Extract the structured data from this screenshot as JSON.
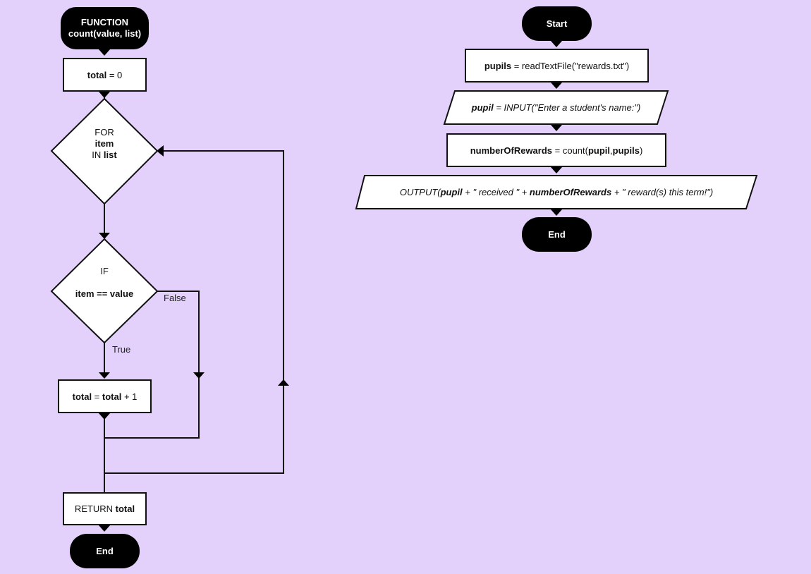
{
  "colors": {
    "background": "#e3d1fc",
    "terminal": "#000000",
    "shape_fill": "#ffffff",
    "stroke": "#111111"
  },
  "left_flow": {
    "start": {
      "line1": "FUNCTION",
      "line2": "count(value, list)"
    },
    "init": {
      "var": "total",
      "rest": " = 0"
    },
    "for_loop": {
      "kw1": "FOR",
      "var": "item",
      "kw2": "IN ",
      "list": "list"
    },
    "if_cond": {
      "kw": "IF",
      "cond": "item == value"
    },
    "branch_false": "False",
    "branch_true": "True",
    "increment": {
      "lhs": "total",
      "eq": " = ",
      "rhs": "total",
      "rest": " + 1"
    },
    "return": {
      "kw": "RETURN ",
      "var": "total"
    },
    "end": "End"
  },
  "right_flow": {
    "start": "Start",
    "read": {
      "var": "pupils",
      "rest": " = readTextFile(\"rewards.txt\")"
    },
    "input": {
      "var": "pupil",
      "rest": " = INPUT(\"Enter a student's name:\")"
    },
    "call": {
      "var": "numberOfRewards",
      "mid": " = count(",
      "a1": "pupil",
      "comma": ",",
      "a2": "pupils",
      "close": ")"
    },
    "output": {
      "p1": "OUTPUT(",
      "v1": "pupil",
      "p2": " + \" received \" + ",
      "v2": "numberOfRewards",
      "p3": " + \" reward(s) this term!\")"
    },
    "end": "End"
  }
}
